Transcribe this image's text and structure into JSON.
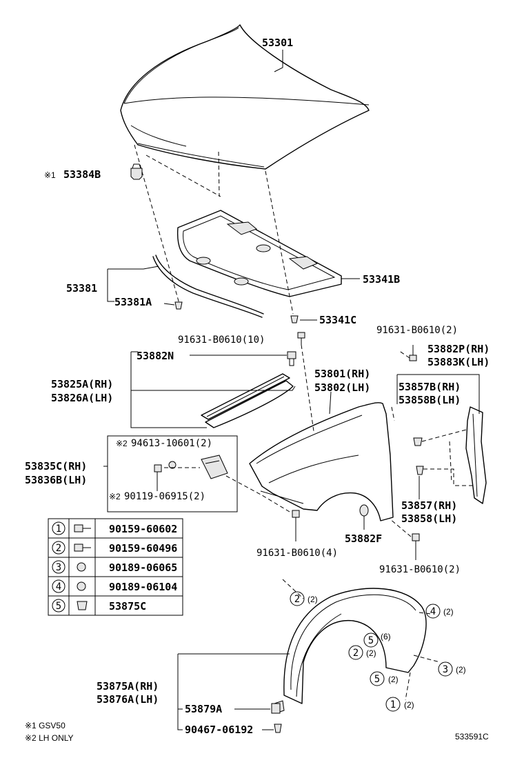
{
  "labels": {
    "hood": "53301",
    "hood_cushion_note": "※1",
    "hood_cushion": "53384B",
    "hood_insulator": "53341B",
    "hood_seal": "53381",
    "hood_seal_clip": "53381A",
    "insulator_clip": "53341C",
    "bolt_top": "91631-B0610(10)",
    "bolt_right_top": "91631-B0610(2)",
    "seal_n": "53882N",
    "seal_p_rh": "53882P(RH)",
    "seal_k_lh": "53883K(LH)",
    "cowl_rh": "53825A(RH)",
    "cowl_lh": "53826A(LH)",
    "fender_rh": "53801(RH)",
    "fender_lh": "53802(LH)",
    "bracket_b_rh": "53857B(RH)",
    "bracket_b_lh": "53858B(LH)",
    "nut_note": "※2",
    "nut": "94613-10601(2)",
    "support_rh": "53835C(RH)",
    "support_lh": "53836B(LH)",
    "screw_note": "※2",
    "screw": "90119-06915(2)",
    "bracket_rh": "53857(RH)",
    "bracket_lh": "53858(LH)",
    "pad_f": "53882F",
    "bolt_bottom_center": "91631-B0610(4)",
    "bolt_bottom_right": "91631-B0610(2)",
    "liner_rh": "53875A(RH)",
    "liner_lh": "53876A(LH)",
    "liner_seal": "53879A",
    "liner_clip": "90467-06192",
    "footnote_1": "※1 GSV50",
    "footnote_2": "※2 LH ONLY",
    "diagram_id": "533591C"
  },
  "fastener_table": [
    {
      "num": "1",
      "part": "90159-60602"
    },
    {
      "num": "2",
      "part": "90159-60496"
    },
    {
      "num": "3",
      "part": "90189-06065"
    },
    {
      "num": "4",
      "part": "90189-06104"
    },
    {
      "num": "5",
      "part": "53875C"
    }
  ],
  "callouts": [
    {
      "num": "2",
      "qty": "(2)"
    },
    {
      "num": "4",
      "qty": "(2)"
    },
    {
      "num": "5",
      "qty": "(6)"
    },
    {
      "num": "2",
      "qty": "(2)"
    },
    {
      "num": "3",
      "qty": "(2)"
    },
    {
      "num": "5",
      "qty": "(2)"
    },
    {
      "num": "1",
      "qty": "(2)"
    }
  ]
}
